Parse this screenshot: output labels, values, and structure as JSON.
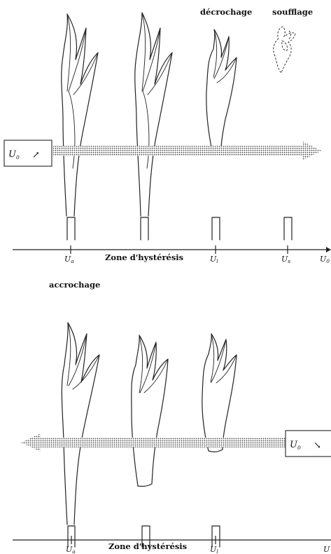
{
  "top": {
    "label_stall": "décrochage",
    "label_blowout": "soufflage",
    "direction_label": "U",
    "direction_sub": "0",
    "direction_arrow": "↗",
    "axis_marks": [
      {
        "main": "U",
        "sub": "a"
      },
      {
        "main": "U",
        "sub": "l"
      },
      {
        "main": "U",
        "sub": "s"
      },
      {
        "main": "U",
        "sub": "0"
      }
    ],
    "zone_label": "Zone d'hystérésis"
  },
  "bottom": {
    "label_attach": "accrochage",
    "direction_label": "U",
    "direction_sub": "0",
    "direction_arrow": "↘",
    "axis_marks": [
      {
        "main": "U",
        "sub": "a"
      },
      {
        "main": "U",
        "sub": "l"
      },
      {
        "main": "U",
        "sub": ""
      }
    ],
    "zone_label": "Zone d'hystérésis"
  }
}
